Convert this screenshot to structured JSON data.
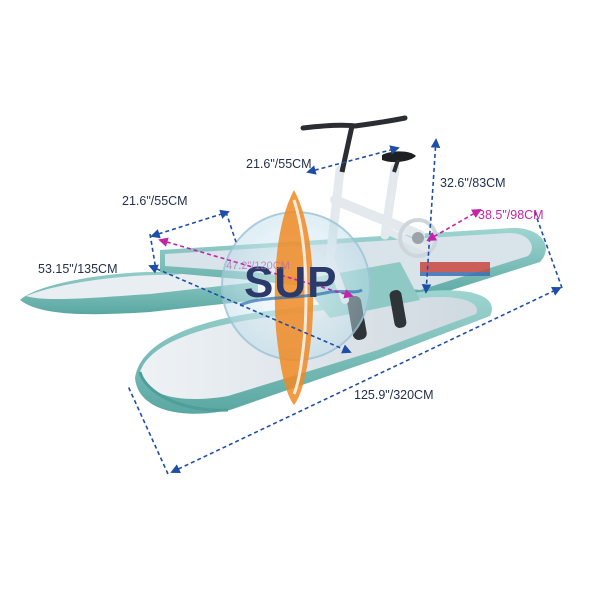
{
  "product": {
    "logo_text": "SUP",
    "colors": {
      "board_top": "#dfe6ec",
      "board_rail": "#7cc3bf",
      "board_rail_dark": "#4e9e99",
      "frame": "#e8ecef",
      "dimension_blue": "#1f4ea8",
      "dimension_magenta": "#c425a8",
      "logo_orange": "#f08a24",
      "logo_blue": "#2b3a6b"
    }
  },
  "dimensions": {
    "handlebar_width": "21.6\"/55CM",
    "float_width": "21.6\"/55CM",
    "height": "32.6\"/83CM",
    "seat_to_front": "38.5\"/98CM",
    "overall_width": "53.15\"/135CM",
    "overall_length": "125.9\"/320CM",
    "inner_length": "47.2\"/120CM"
  }
}
